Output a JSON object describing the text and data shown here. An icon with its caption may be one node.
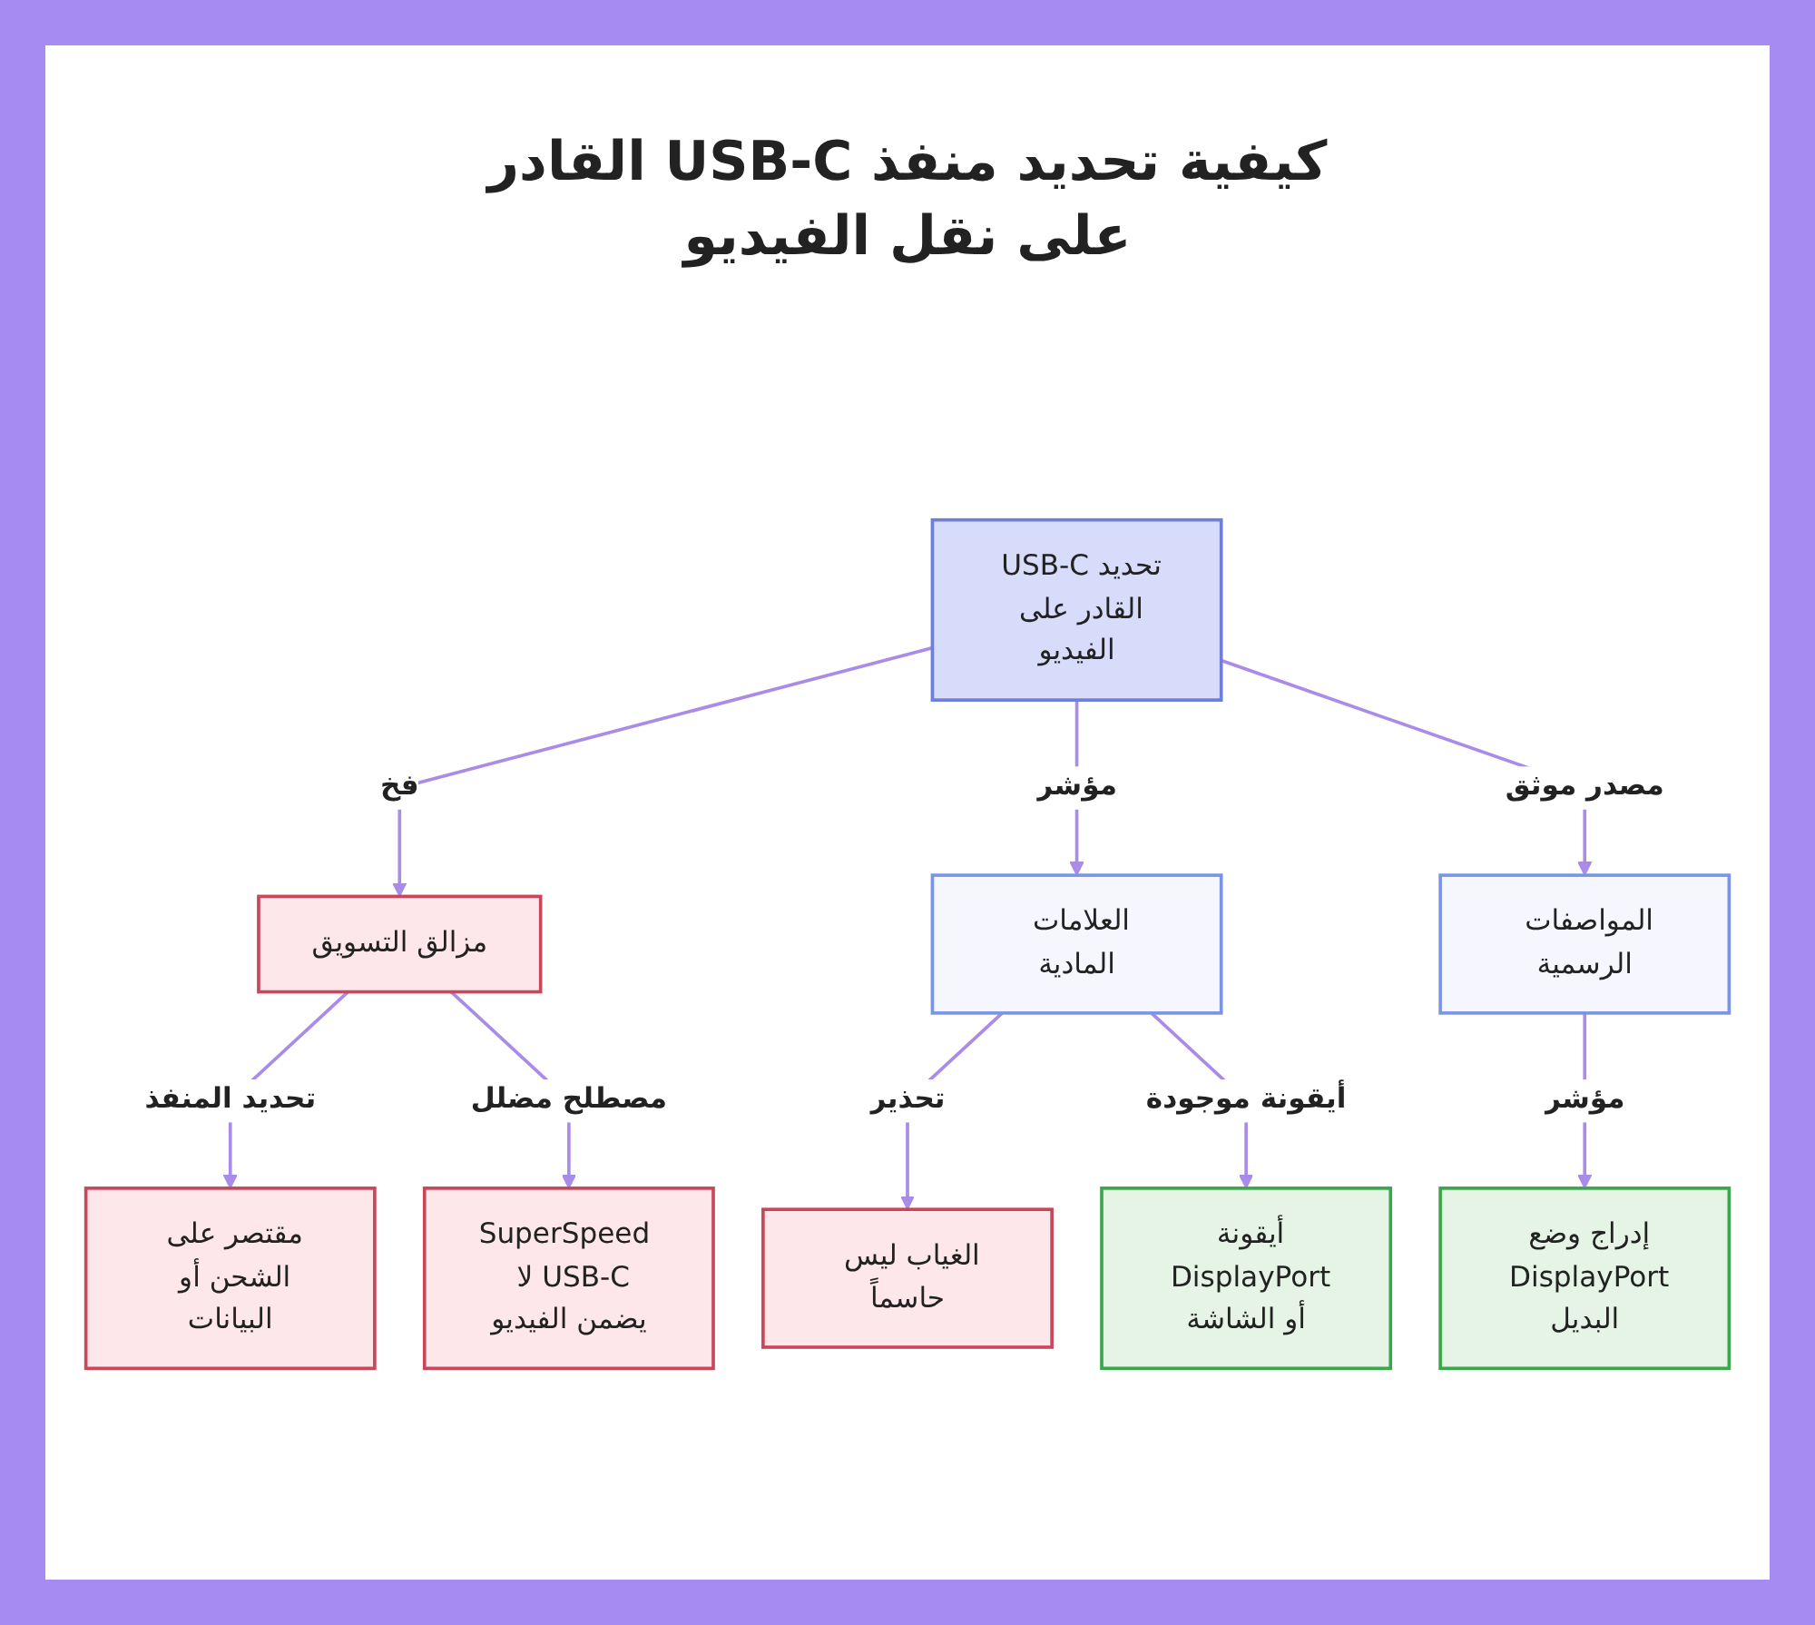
{
  "diagram": {
    "title": "كيفية تحديد منفذ USB-C القادر على نقل الفيديو",
    "nodes": [
      {
        "text": [
          "تحديد USB-C القادر على الفيديو"
        ]
      },
      {
        "text": [
          "مزالق التسويق"
        ]
      },
      {
        "text": [
          "العلامات المادية"
        ]
      },
      {
        "text": [
          "المواصفات الرسمية"
        ]
      },
      {
        "text": [
          "مقتصر على الشحن أو البيانات"
        ]
      },
      {
        "text": [
          "SuperSpeed USB-C لا يضمن الفيديو"
        ]
      },
      {
        "text": [
          "الغياب ليس حاسماً"
        ]
      },
      {
        "text": [
          "أيقونة DisplayPort أو الشاشة"
        ]
      },
      {
        "text": [
          "إدراج وضع DisplayPort البديل"
        ]
      }
    ],
    "edges": [
      {
        "from": 0,
        "to": 1,
        "arrow": "to",
        "label": "فخ"
      },
      {
        "from": 0,
        "to": 2,
        "arrow": "to",
        "label": "مؤشر"
      },
      {
        "from": 0,
        "to": 3,
        "arrow": "to",
        "label": "مصدر موثق"
      },
      {
        "from": 1,
        "to": 4,
        "arrow": "to",
        "label": "تحديد المنفذ"
      },
      {
        "from": 1,
        "to": 5,
        "arrow": "to",
        "label": "مصطلح مضلل"
      },
      {
        "from": 2,
        "to": 6,
        "arrow": "to",
        "label": "تحذير"
      },
      {
        "from": 2,
        "to": 7,
        "arrow": "to",
        "label": "أيقونة موجودة"
      },
      {
        "from": 3,
        "to": 8,
        "arrow": "to",
        "label": "مؤشر"
      }
    ]
  }
}
